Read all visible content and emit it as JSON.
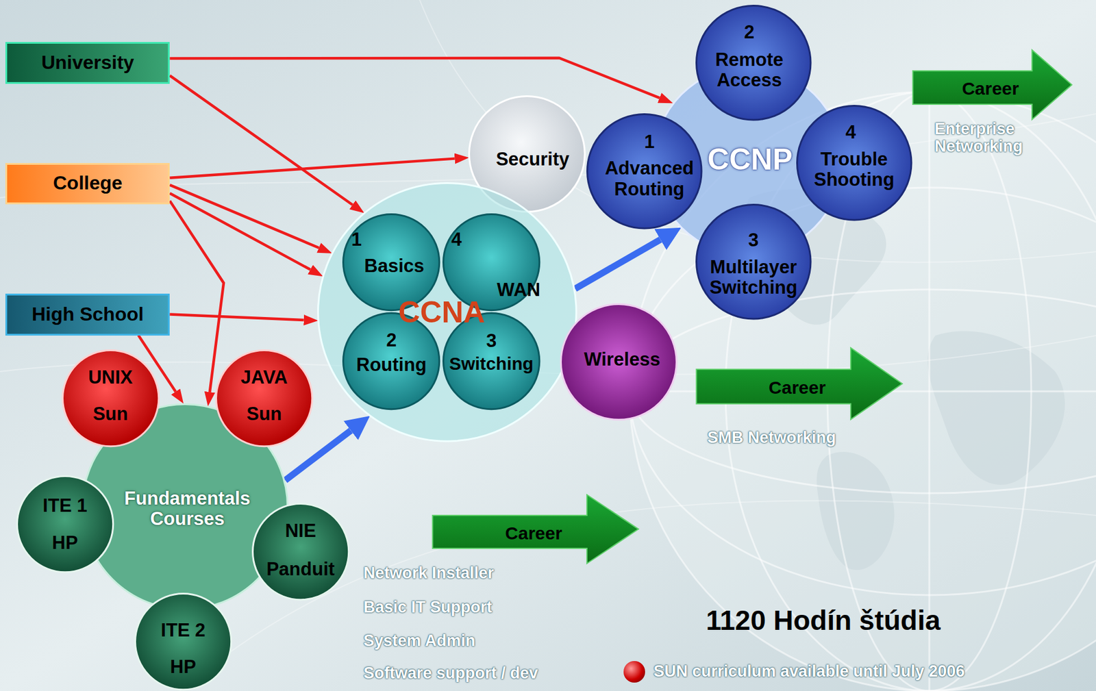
{
  "diagram": {
    "nodes": [
      {
        "text": [
          "University"
        ]
      },
      {
        "text": [
          "College"
        ]
      },
      {
        "text": [
          "High School"
        ]
      },
      {
        "text": [
          "Security"
        ]
      },
      {
        "text": [
          "CCNP"
        ]
      },
      {
        "text": [
          "2",
          "Remote Access"
        ],
        "in": 4
      },
      {
        "text": [
          "1",
          "Advanced Routing"
        ],
        "in": 4
      },
      {
        "text": [
          "4",
          "Trouble Shooting"
        ],
        "in": 4
      },
      {
        "text": [
          "3",
          "Multilayer Switching"
        ],
        "in": 4
      },
      {
        "text": [
          "Career"
        ]
      },
      {
        "text": [
          "CCNA"
        ]
      },
      {
        "text": [
          "1",
          "Basics"
        ],
        "in": 10
      },
      {
        "text": [
          "4",
          "WAN"
        ],
        "in": 10
      },
      {
        "text": [
          "2",
          "Routing"
        ],
        "in": 10
      },
      {
        "text": [
          "3",
          "Switching"
        ],
        "in": 10
      },
      {
        "text": [
          "Wireless"
        ]
      },
      {
        "text": [
          "Career"
        ]
      },
      {
        "text": [
          "Fundamentals Courses"
        ]
      },
      {
        "text": [
          "UNIX",
          "Sun"
        ],
        "in": 17
      },
      {
        "text": [
          "JAVA",
          "Sun"
        ],
        "in": 17
      },
      {
        "text": [
          "ITE 1",
          "HP"
        ],
        "in": 17
      },
      {
        "text": [
          "NIE",
          "Panduit"
        ],
        "in": 17
      },
      {
        "text": [
          "ITE 2",
          "HP"
        ],
        "in": 17
      },
      {
        "text": [
          "Career"
        ]
      }
    ],
    "edges": [
      {
        "from": 0,
        "to": 4,
        "arrow": "to"
      },
      {
        "from": 0,
        "to": 10,
        "arrow": "to"
      },
      {
        "from": 1,
        "to": 3,
        "arrow": "to"
      },
      {
        "from": 1,
        "to": 10,
        "arrow": "to"
      },
      {
        "from": 1,
        "to": 10,
        "arrow": "to"
      },
      {
        "from": 1,
        "to": 17,
        "arrow": "to"
      },
      {
        "from": 2,
        "to": 10,
        "arrow": "to"
      },
      {
        "from": 2,
        "to": 17,
        "arrow": "to"
      },
      {
        "from": 17,
        "to": 10,
        "arrow": "to"
      },
      {
        "from": 10,
        "to": 4,
        "arrow": "to"
      }
    ],
    "labels": [
      "Enterprise Networking",
      "SMB Networking",
      "Network Installer",
      "Basic IT Support",
      "System Admin",
      "Software support / dev",
      "1120 Hodín štúdia"
    ],
    "legend": [
      {
        "text": "SUN curriculum available until July 2006",
        "color": "#cc0000"
      }
    ]
  }
}
